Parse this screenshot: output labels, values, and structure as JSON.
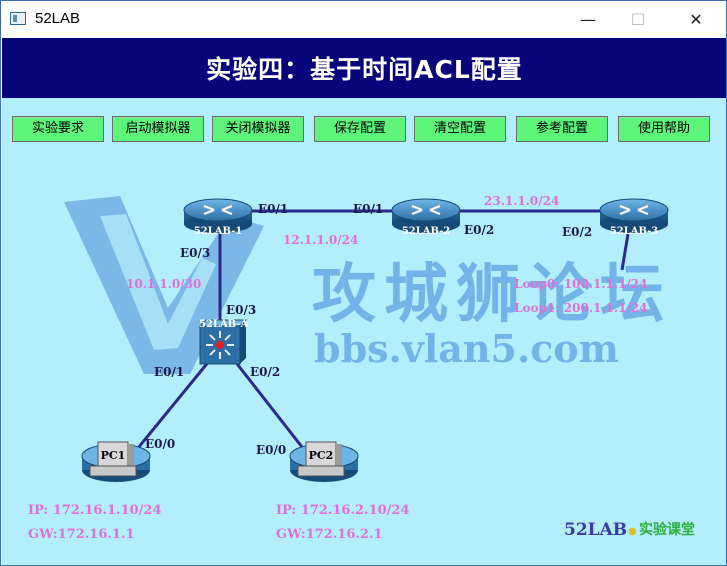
{
  "window": {
    "title": "52LAB",
    "minimize": "—",
    "maximize": "☐",
    "close": "✕"
  },
  "banner": {
    "title": "实验四：基于时间ACL配置"
  },
  "toolbar": [
    {
      "label": "实验要求"
    },
    {
      "label": "启动模拟器"
    },
    {
      "label": "关闭模拟器"
    },
    {
      "label": "保存配置"
    },
    {
      "label": "清空配置"
    },
    {
      "label": "参考配置"
    },
    {
      "label": "使用帮助"
    }
  ],
  "watermark": {
    "cn": "攻城狮论坛",
    "url": "bbs.vlan5.com"
  },
  "devices": {
    "r1": "52LAB-1",
    "r2": "52LAB-2",
    "r3": "52LAB-3",
    "sw": "52LAB-A",
    "pc1": "PC1",
    "pc2": "PC2"
  },
  "ports": {
    "r1_e01": "E0/1",
    "r2_e01": "E0/1",
    "r2_e02": "E0/2",
    "r3_e02": "E0/2",
    "r1_e03": "E0/3",
    "sw_e03": "E0/3",
    "sw_e01": "E0/1",
    "sw_e02": "E0/2",
    "pc1_e00": "E0/0",
    "pc2_e00": "E0/0"
  },
  "networks": {
    "net_r1_r2": "12.1.1.0/24",
    "net_r2_r3": "23.1.1.0/24",
    "net_r1_sw": "10.1.1.0/30",
    "loop0": "Loop0: 100.1.1.1/24",
    "loop1": "Loop1: 200.1.1.1/24"
  },
  "pc1_info": {
    "ip": "IP: 172.16.1.10/24",
    "gw": "GW:172.16.1.1"
  },
  "pc2_info": {
    "ip": "IP: 172.16.2.10/24",
    "gw": "GW:172.16.2.1"
  },
  "brand": {
    "name": "52LAB",
    "dot": "●",
    "sub": "实验课堂"
  },
  "colors": {
    "banner": "#06067a",
    "canvas": "#b3eefc",
    "button": "#5cf57a",
    "net_label": "#e070d8",
    "link": "#2a2a8a"
  }
}
